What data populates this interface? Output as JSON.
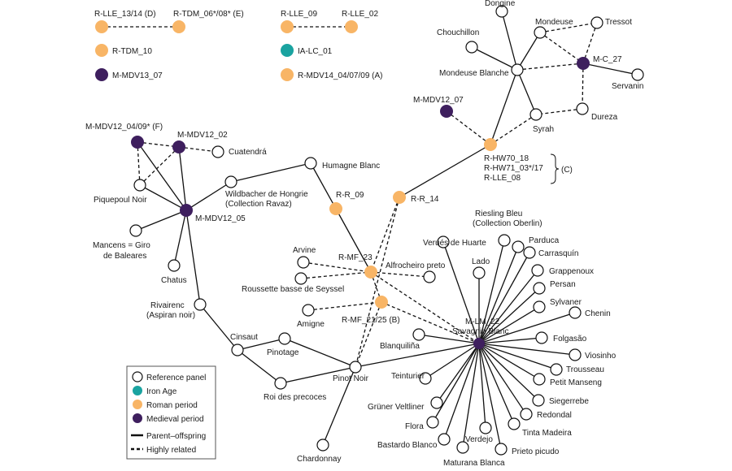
{
  "colors": {
    "reference": "#ffffff",
    "iron_age": "#1aa3a0",
    "roman": "#f8b566",
    "medieval": "#3e1f5e"
  },
  "legend": {
    "reference": "Reference panel",
    "iron_age": "Iron Age",
    "roman": "Roman period",
    "medieval": "Medieval period",
    "parent_offspring": "Parent–offspring",
    "highly_related": "Highly related"
  },
  "top_key": {
    "k1a": "R-LLE_13/14 (D)",
    "k1b": "R-TDM_06*/08* (E)",
    "k2": "R-TDM_10",
    "k3": "M-MDV13_07",
    "k4a": "R-LLE_09",
    "k4b": "R-LLE_02",
    "k5": "IA-LC_01",
    "k6": "R-MDV14_04/07/09 (A)"
  },
  "labels": {
    "dongine": "Dongine",
    "mondeuse": "Mondeuse",
    "tressot": "Tressot",
    "chouchillon": "Chouchillon",
    "mc27": "M-C_27",
    "mondeuse_blanche": "Mondeuse Blanche",
    "servanin": "Servanin",
    "mmdv12_07": "M-MDV12_07",
    "dureza": "Dureza",
    "syrah": "Syrah",
    "hw70": "R-HW70_18",
    "hw71": "R-HW71_03*/17",
    "lle08": "R-LLE_08",
    "group_c": "(C)",
    "mmdv12_0409": "M-MDV12_04/09* (F)",
    "mmdv12_02": "M-MDV12_02",
    "cuatendra": "Cuatendrá",
    "humagne": "Humagne Blanc",
    "wildbacher_1": "Wildbacher de Hongrie",
    "wildbacher_2": "(Collection Ravaz)",
    "piquepoul": "Piquepoul Noir",
    "mmdv12_05": "M-MDV12_05",
    "rr09": "R-R_09",
    "rr14": "R-R_14",
    "riesling_1": "Riesling Bleu",
    "riesling_2": "(Collection Oberlin)",
    "mancens_1": "Mancens = Giro",
    "mancens_2": "de Baleares",
    "verues": "Verués de Huarte",
    "parduca": "Parduca",
    "arvine": "Arvine",
    "carrasquin": "Carrasquín",
    "rmf23": "R-MF_23",
    "lado": "Lado",
    "grappenoux": "Grappenoux",
    "chatus": "Chatus",
    "alfrocheiro": "Alfrocheiro preto",
    "persan": "Persan",
    "roussette": "Roussette basse de Seyssel",
    "sylvaner": "Sylvaner",
    "rivairenc_1": "Rivairenc",
    "rivairenc_2": "(Aspiran noir)",
    "chenin": "Chenin",
    "amigne": "Amigne",
    "rmf2125": "R-MF_21/25 (B)",
    "mlm22": "M-LM_22",
    "savagnin": "Savagnin Blanc",
    "cinsaut": "Cinsaut",
    "folgasao": "Folgasão",
    "pinotage": "Pinotage",
    "blanquilina": "Blanquiliña",
    "viosinho": "Viosinho",
    "trousseau": "Trousseau",
    "teinturier": "Teinturier",
    "petit_manseng": "Petit Manseng",
    "pinot_noir": "Pinot Noir",
    "roi": "Roi des precoces",
    "siegerrebe": "Siegerrebe",
    "gruner": "Grüner Veltliner",
    "redondal": "Redondal",
    "flora": "Flora",
    "tinta": "Tinta Madeira",
    "bastardo": "Bastardo Blanco",
    "verdejo": "Verdejo",
    "prieto": "Prieto picudo",
    "maturana": "Maturana Blanca",
    "chardonnay": "Chardonnay"
  }
}
